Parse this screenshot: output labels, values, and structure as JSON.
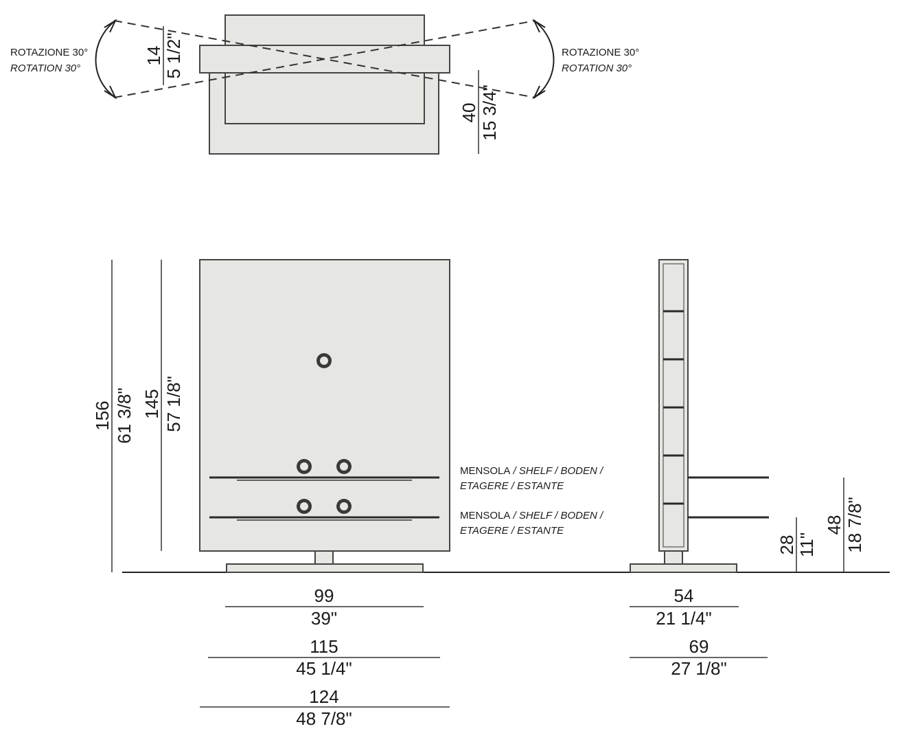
{
  "top_view": {
    "rotation_left": {
      "it": "ROTAZIONE 30°",
      "en": "ROTATION 30°"
    },
    "rotation_right": {
      "it": "ROTAZIONE 30°",
      "en": "ROTATION 30°"
    },
    "shelf_depth": {
      "cm": "14",
      "in": "5 1/2\""
    },
    "base_depth": {
      "cm": "40",
      "in": "15 3/4\""
    }
  },
  "front_view": {
    "total_height": {
      "cm": "156",
      "in": "61 3/8\""
    },
    "panel_height": {
      "cm": "145",
      "in": "57 1/8\""
    },
    "panel_width": {
      "cm": "99",
      "in": "39\""
    },
    "shelf_width": {
      "cm": "115",
      "in": "45 1/4\""
    },
    "overall_width": {
      "cm": "124",
      "in": "48 7/8\""
    },
    "shelf_label_1": {
      "line1_it": "MENSOLA",
      "line1_rest": " / SHELF / BODEN /",
      "line2": "ETAGERE / ESTANTE"
    },
    "shelf_label_2": {
      "line1_it": "MENSOLA",
      "line1_rest": " / SHELF / BODEN /",
      "line2": "ETAGERE / ESTANTE"
    }
  },
  "side_view": {
    "base_depth": {
      "cm": "54",
      "in": "21 1/4\""
    },
    "shelf_depth": {
      "cm": "69",
      "in": "27 1/8\""
    },
    "lower_shelf_height": {
      "cm": "28",
      "in": "11\""
    },
    "upper_shelf_height": {
      "cm": "48",
      "in": "18 7/8\""
    }
  }
}
